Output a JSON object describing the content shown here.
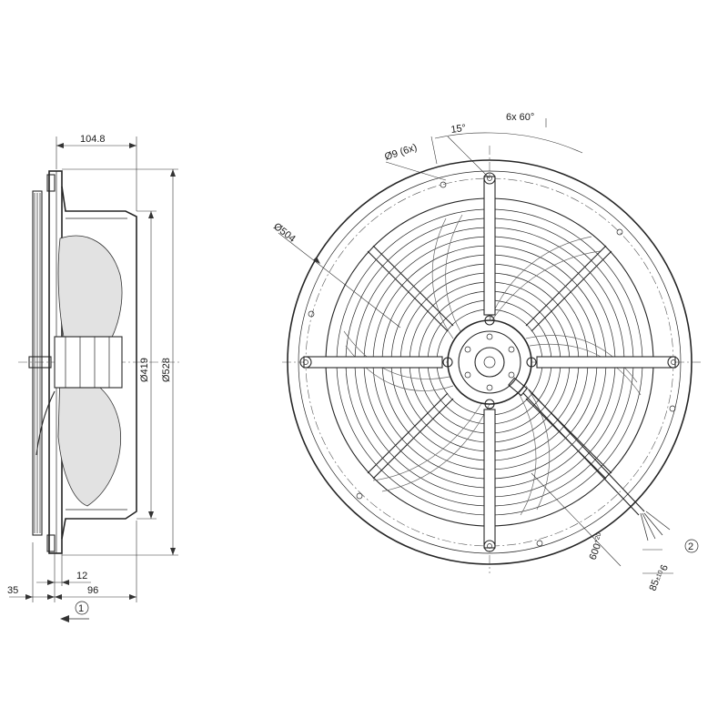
{
  "side_view": {
    "dim_depth": "104.8",
    "dim_inlet_dia": "Ø419",
    "dim_overall_dia": "Ø528",
    "dim_flange": "12",
    "dim_offset": "35",
    "dim_length": "96",
    "callout_airflow": "1"
  },
  "front_view": {
    "dim_bolt_circle": "Ø504",
    "dim_holes": "Ø9 (6x)",
    "dim_angle": "15°",
    "dim_spacing": "6x 60°",
    "dim_cable_length": "600",
    "dim_cable_length_tol": "+20",
    "dim_strip": "6",
    "dim_sheath": "85",
    "dim_sheath_tol": "±10",
    "callout_cable": "2"
  }
}
